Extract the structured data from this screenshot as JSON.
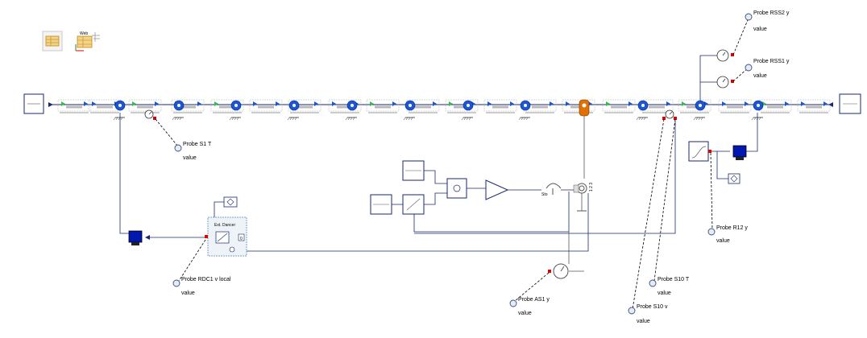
{
  "toolbar": {
    "web_label": "Web"
  },
  "probes": [
    {
      "id": "s1t",
      "name": "Probe  S1  T",
      "value": "value"
    },
    {
      "id": "rdc1",
      "name": "Probe  RDC1  v  local",
      "value": "value"
    },
    {
      "id": "as1",
      "name": "Probe  AS1  y",
      "value": "value"
    },
    {
      "id": "s10t",
      "name": "Probe  S10  T",
      "value": "value"
    },
    {
      "id": "s10v",
      "name": "Probe  S10  v",
      "value": "value"
    },
    {
      "id": "r12",
      "name": "Probe  R12  y",
      "value": "value"
    },
    {
      "id": "rss2",
      "name": "Probe  RSS2  y",
      "value": "value"
    },
    {
      "id": "rss1",
      "name": "Probe  RSS1  y",
      "value": "value"
    }
  ],
  "blocks": {
    "dancer_label": "Ext. Dancer",
    "dancer_out_label": "0",
    "motor_label": "Sto",
    "motor_side_label": "1 2 3"
  },
  "colors": {
    "line": "#1a2a6c",
    "probe_dash": "#000000",
    "connector_red": "#e00000",
    "roller_blue": "#1a56d6",
    "roller_orange": "#e07000",
    "motor_blue": "#0018b0",
    "green_arrow": "#2fbf4a",
    "roll_grey": "#b8b8b8",
    "dancer_frame": "#7aa0c8"
  }
}
